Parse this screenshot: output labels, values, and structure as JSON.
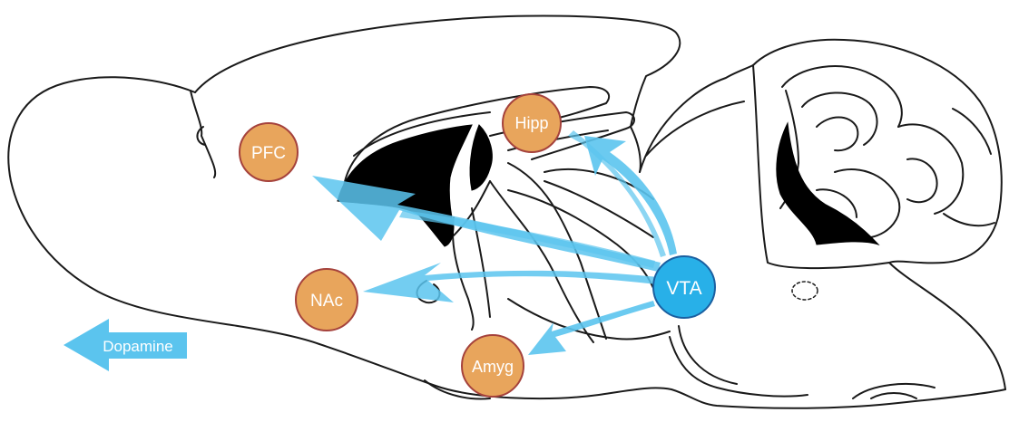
{
  "diagram": {
    "nodes": {
      "pfc": {
        "label": "PFC"
      },
      "hipp": {
        "label": "Hipp"
      },
      "nac": {
        "label": "NAc"
      },
      "amyg": {
        "label": "Amyg"
      },
      "vta": {
        "label": "VTA"
      }
    },
    "legend": {
      "label": "Dopamine"
    }
  },
  "colors": {
    "region_fill": "#E8A55C",
    "region_stroke": "#A5423C",
    "vta_fill": "#28B0E8",
    "vta_stroke": "#1A5FA0",
    "arrow": "#5BC4EE",
    "outline": "#1a1a1a",
    "ventricle": "#000000",
    "label_text": "#ffffff"
  }
}
